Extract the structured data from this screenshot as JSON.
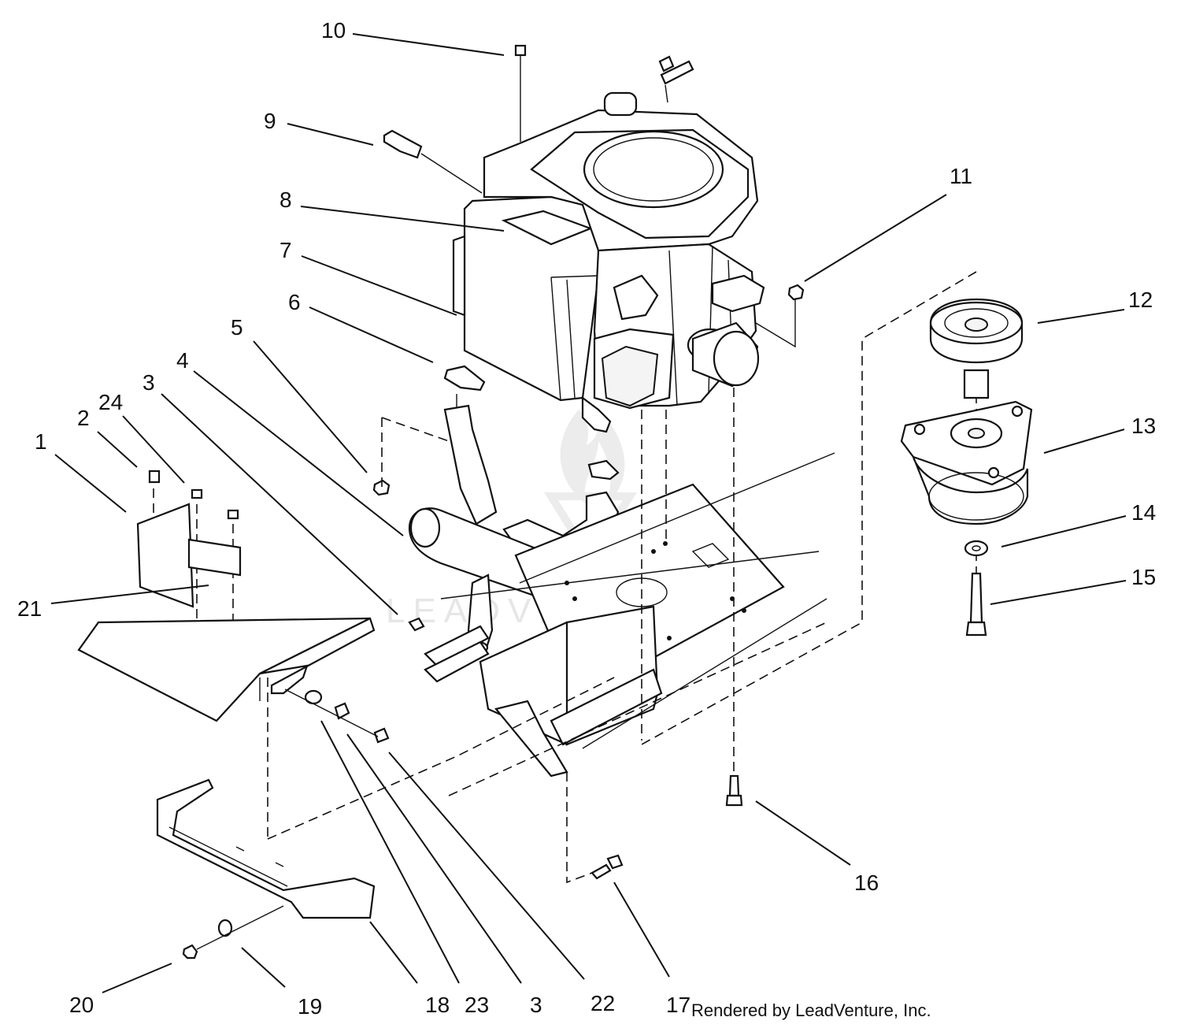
{
  "callouts": [
    {
      "label": "10"
    },
    {
      "label": "9"
    },
    {
      "label": "8"
    },
    {
      "label": "7"
    },
    {
      "label": "6"
    },
    {
      "label": "5"
    },
    {
      "label": "4"
    },
    {
      "label": "3"
    },
    {
      "label": "24"
    },
    {
      "label": "2"
    },
    {
      "label": "1"
    },
    {
      "label": "21"
    },
    {
      "label": "11"
    },
    {
      "label": "12"
    },
    {
      "label": "13"
    },
    {
      "label": "14"
    },
    {
      "label": "15"
    },
    {
      "label": "16"
    },
    {
      "label": "17"
    },
    {
      "label": "22"
    },
    {
      "label": "3"
    },
    {
      "label": "23"
    },
    {
      "label": "18"
    },
    {
      "label": "19"
    },
    {
      "label": "20"
    }
  ],
  "credit": "Rendered by LeadVenture, Inc.",
  "watermark": "LEADVENTURE"
}
